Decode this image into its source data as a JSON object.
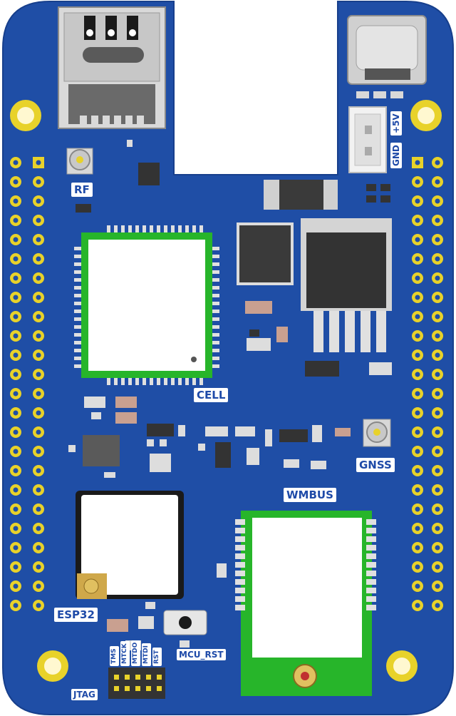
{
  "labels": {
    "rf": "RF",
    "cell": "CELL",
    "gnss": "GNSS",
    "wmbus": "WMBUS",
    "esp32": "ESP32",
    "mcu_rst": "MCU_RST",
    "jtag": "JTAG",
    "plus5v": "+5V",
    "gnd": "GND",
    "jtag_pins": [
      "TMS",
      "MTCK",
      "MTDO",
      "MTDI",
      "RST"
    ]
  },
  "colors": {
    "board": "#1f4ea6",
    "copper_pad": "#e8d22a",
    "silkscreen": "#ffffff",
    "module_outline": "#27b52a",
    "chip_body": "#3a3a3a"
  }
}
